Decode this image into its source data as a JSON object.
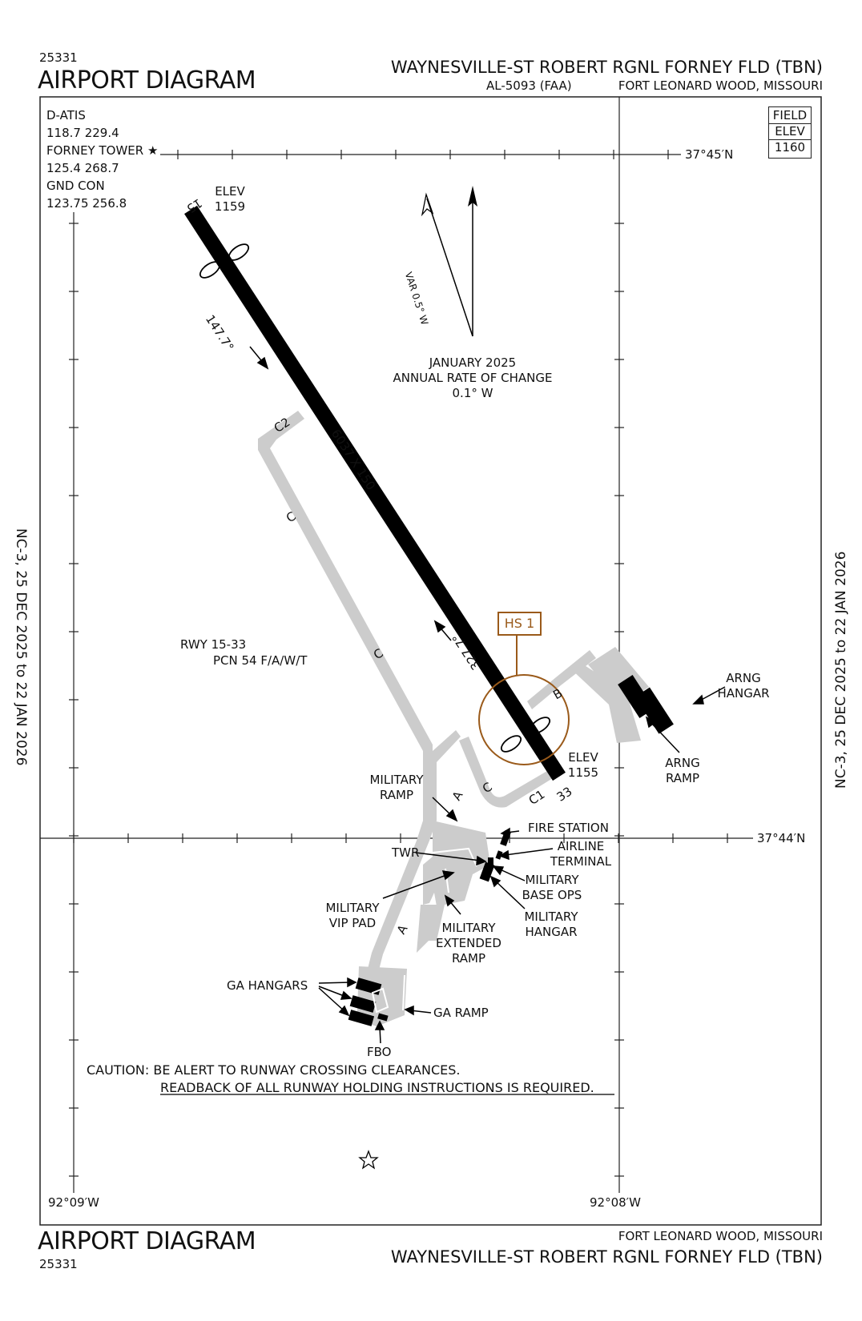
{
  "header": {
    "chart_number": "25331",
    "title": "AIRPORT DIAGRAM",
    "airport_name": "WAYNESVILLE-ST ROBERT RGNL FORNEY FLD (TBN)",
    "procedure_number": "AL-5093 (FAA)",
    "city_state": "FORT LEONARD WOOD, MISSOURI"
  },
  "footer": {
    "chart_number": "25331",
    "title": "AIRPORT DIAGRAM",
    "airport_name": "WAYNESVILLE-ST ROBERT RGNL FORNEY FLD (TBN)",
    "city_state": "FORT LEONARD WOOD, MISSOURI"
  },
  "frequencies": {
    "atis_label": "D-ATIS",
    "atis": "118.7  229.4",
    "tower_label": "FORNEY TOWER ★",
    "tower": "125.4  268.7",
    "ground_label": "GND CON",
    "ground": "123.75  256.8"
  },
  "field_elev": {
    "line1": "FIELD",
    "line2": "ELEV",
    "value": "1160"
  },
  "coordinates": {
    "lat_top": "37°45′N",
    "lat_mid": "37°44′N",
    "lon_left": "92°09′W",
    "lon_right": "92°08′W"
  },
  "magnetic": {
    "variation": "VAR 0.5° W",
    "date": "JANUARY 2025",
    "rate_label": "ANNUAL RATE OF CHANGE",
    "rate": "0.1° W"
  },
  "runway": {
    "end_north": "15",
    "end_south": "33",
    "elev_north_label": "ELEV",
    "elev_north": "1159",
    "elev_south_label": "ELEV",
    "elev_south": "1155",
    "heading_north": "147.7°",
    "heading_south": "327.7°",
    "dimensions": "6037 X 150",
    "designation": "RWY 15-33",
    "pcn": "PCN 54 F/A/W/T"
  },
  "taxiways": {
    "c2": "C2",
    "c": "C",
    "c1": "C1",
    "a": "A",
    "b": "B"
  },
  "hotspot": "HS 1",
  "labels": {
    "arng_hangar": "ARNG HANGAR",
    "arng_ramp": "ARNG RAMP",
    "military_ramp": "MILITARY RAMP",
    "fire_station": "FIRE STATION",
    "twr": "TWR",
    "airline_terminal": "AIRLINE TERMINAL",
    "military_base_ops": "MILITARY BASE OPS",
    "military_hangar": "MILITARY HANGAR",
    "military_vip_pad": "MILITARY VIP PAD",
    "military_extended_ramp": "MILITARY EXTENDED RAMP",
    "ga_hangars": "GA HANGARS",
    "ga_ramp": "GA RAMP",
    "fbo": "FBO"
  },
  "caution": {
    "line1": "CAUTION:  BE ALERT TO RUNWAY CROSSING CLEARANCES.",
    "line2": "READBACK OF ALL RUNWAY HOLDING INSTRUCTIONS IS REQUIRED."
  },
  "effective": {
    "left": "NC-3,  25 DEC 2025  to  22 JAN 2026",
    "right": "NC-3,  25 DEC 2025  to  22 JAN 2026"
  },
  "colors": {
    "runway": "#000000",
    "taxiway": "#cccccc",
    "hotspot": "#9a5a1a"
  }
}
